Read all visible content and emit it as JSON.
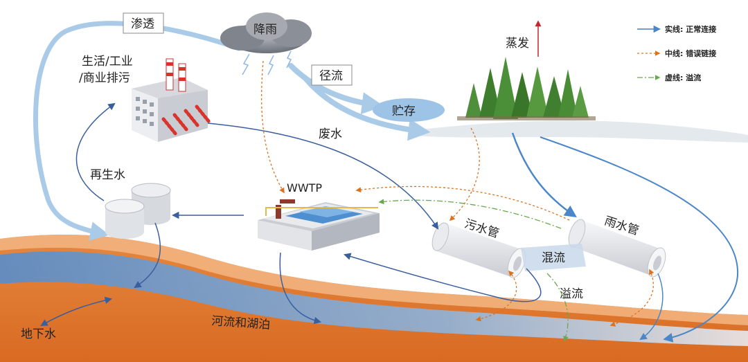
{
  "labels": {
    "infiltration": "渗透",
    "rainfall": "降雨",
    "runoff": "径流",
    "storage": "贮存",
    "evaporation": "蒸发",
    "discharge_line1": "生活/工业",
    "discharge_line2": "/商业排污",
    "wastewater": "废水",
    "reclaimed_water": "再生水",
    "wwtp": "WWTP",
    "sewer_pipe": "污水管",
    "storm_pipe": "雨水管",
    "combined_flow": "混流",
    "overflow": "溢流",
    "rivers_lakes": "河流和湖泊",
    "groundwater": "地下水"
  },
  "legend": [
    {
      "label": "实线: 正常连接",
      "style": "solid",
      "color": "#4a7cc0"
    },
    {
      "label": "中线: 错误链接",
      "style": "dashed",
      "color": "#d9731f"
    },
    {
      "label": "虚线: 溢流",
      "style": "dashdot",
      "color": "#6aa84f"
    }
  ],
  "colors": {
    "normal": "#3a5f9e",
    "wrong": "#d9731f",
    "overflow": "#6aa84f",
    "water_light": "#a9cbe8",
    "soil": "#e07a30",
    "evaporation": "#c0262c"
  }
}
